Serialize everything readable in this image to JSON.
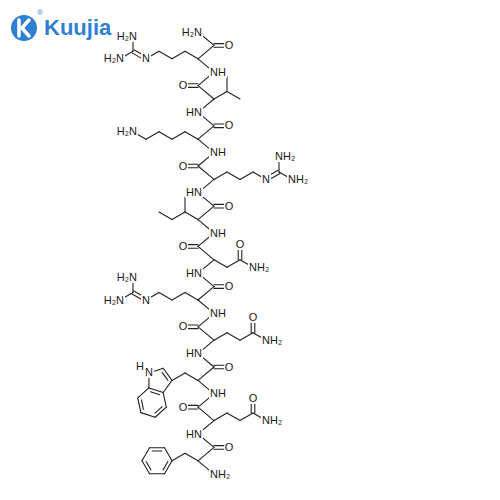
{
  "diagram": {
    "labels": [
      "Kuujia",
      "®",
      "H₂N",
      "O",
      "H₂N",
      "N",
      "H₂N",
      "NH",
      "O",
      "HN",
      "O",
      "H₂N",
      "NH",
      "O",
      "NH₂",
      "N",
      "NH₂",
      "HN",
      "O",
      "NH",
      "O",
      "O",
      "NH₂",
      "HN",
      "O",
      "H₂N",
      "N",
      "H₂N",
      "NH",
      "O",
      "O",
      "NH₂",
      "HN",
      "O",
      "N",
      "H",
      "NH",
      "O",
      "O",
      "NH₂",
      "HN",
      "O",
      "NH₂"
    ]
  }
}
